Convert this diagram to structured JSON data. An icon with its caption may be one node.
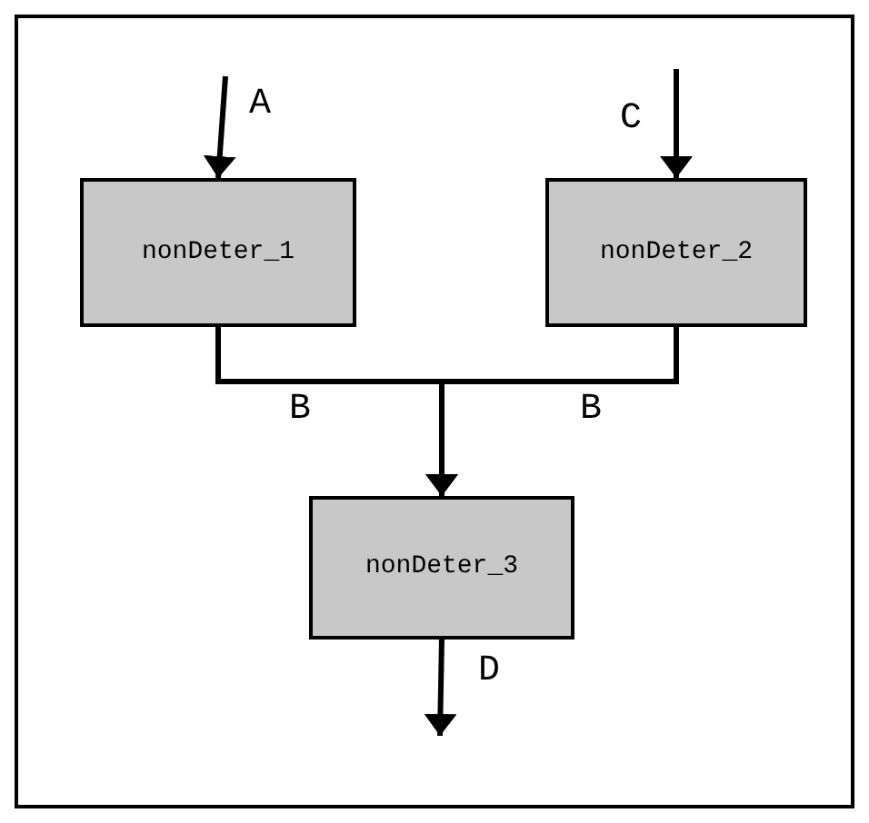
{
  "diagram": {
    "nodes": [
      {
        "text": [
          "nonDeter_1"
        ]
      },
      {
        "text": [
          "nonDeter_2"
        ]
      },
      {
        "text": [
          "nonDeter_3"
        ]
      }
    ],
    "edges": [
      {
        "from": null,
        "to": 0,
        "arrow": "to",
        "label": "A"
      },
      {
        "from": null,
        "to": 1,
        "arrow": "to",
        "label": "C"
      },
      {
        "from": 0,
        "to": 2,
        "arrow": "to",
        "label": "B"
      },
      {
        "from": 1,
        "to": 2,
        "arrow": "to",
        "label": "B"
      },
      {
        "from": 2,
        "to": null,
        "arrow": "to",
        "label": "D"
      }
    ]
  }
}
